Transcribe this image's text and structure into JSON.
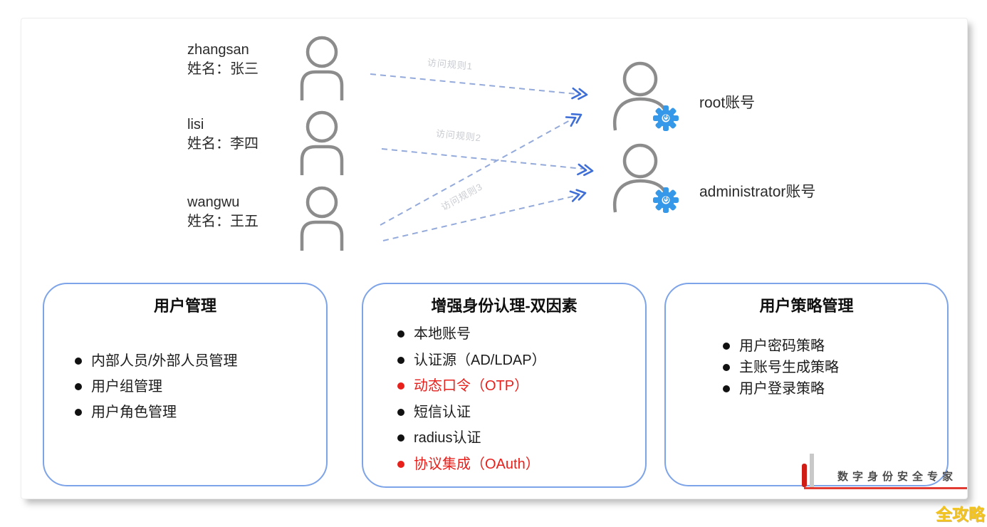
{
  "diagram": {
    "users": [
      {
        "username": "zhangsan",
        "fullname": "姓名：张三"
      },
      {
        "username": "lisi",
        "fullname": "姓名：李四"
      },
      {
        "username": "wangwu",
        "fullname": "姓名：王五"
      }
    ],
    "accounts": [
      {
        "label": "root账号"
      },
      {
        "label": "administrator账号"
      }
    ],
    "arrow_labels": [
      {
        "label": "访问规则1"
      },
      {
        "label": "访问规则2"
      },
      {
        "label": "访问规则3"
      }
    ]
  },
  "boxes": [
    {
      "title": "用户管理",
      "items": [
        {
          "text": "内部人员/外部人员管理"
        },
        {
          "text": "用户组管理"
        },
        {
          "text": "用户角色管理"
        }
      ]
    },
    {
      "title": "增强身份认理-双因素",
      "items": [
        {
          "text": "本地账号"
        },
        {
          "text": "认证源（AD/LDAP）"
        },
        {
          "text": "动态口令（OTP）",
          "highlight": true
        },
        {
          "text": "短信认证"
        },
        {
          "text": "radius认证"
        },
        {
          "text": "协议集成（OAuth）",
          "highlight": true
        }
      ]
    },
    {
      "title": "用户策略管理",
      "items": [
        {
          "text": "用户密码策略"
        },
        {
          "text": "主账号生成策略"
        },
        {
          "text": "用户登录策略"
        }
      ]
    }
  ],
  "footer": {
    "slogan": "数字身份安全专家",
    "watermark": "全攻略"
  },
  "colors": {
    "highlight_red": "#e8201c",
    "gear_blue": "#3598e8",
    "arrow_blue": "#3f6fd6",
    "dash_blue": "#94aada",
    "box_border_blue": "#7da3e8",
    "person_gray": "#8c8c8c"
  }
}
